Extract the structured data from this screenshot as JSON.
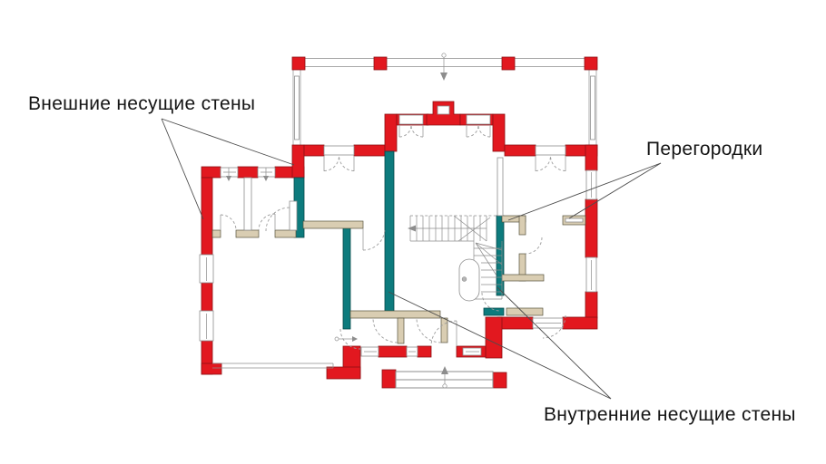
{
  "labels": {
    "external_walls": "Внешние несущие стены",
    "partitions": "Перегородки",
    "internal_walls": "Внутренние несущие стены"
  },
  "colors": {
    "external-load-bearing": "#e2181f",
    "external-edge": "#8c1114",
    "internal-load-bearing": "#0d7b7d",
    "internal-edge": "#07494a",
    "partition": "#d9cdb2",
    "partition-edge": "#56523e",
    "plan-line": "#8d8d8d",
    "leader": "#4c4c4c",
    "text": "#141414",
    "background": "#ffffff"
  }
}
